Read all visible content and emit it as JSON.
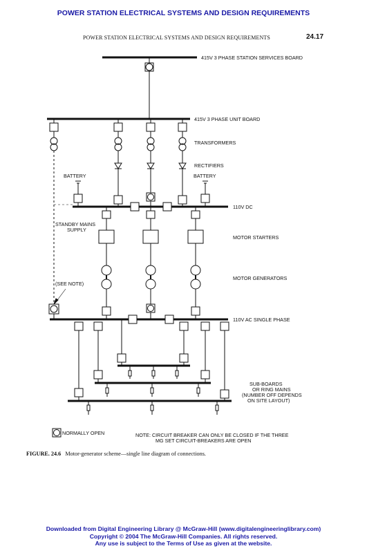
{
  "banner": "POWER STATION ELECTRICAL SYSTEMS AND DESIGN REQUIREMENTS",
  "running_head": "POWER STATION ELECTRICAL SYSTEMS AND DESIGN REQUIREMENTS",
  "page_number": "24.17",
  "diagram": {
    "labels": {
      "station_board": "415V 3 PHASE STATION SERVICES BOARD",
      "unit_board": "415V 3 PHASE UNIT BOARD",
      "transformers": "TRANSFORMERS",
      "rectifiers": "RECTIFIERS",
      "battery_left": "BATTERY",
      "battery_right": "BATTERY",
      "dc_bus": "110V DC",
      "standby_1": "STANDBY MAINS",
      "standby_2": "SUPPLY",
      "motor_starters": "MOTOR STARTERS",
      "motor_generators": "MOTOR GENERATORS",
      "see_note": "(SEE NOTE)",
      "ac_bus": "110V AC SINGLE PHASE",
      "subboards_1": "SUB-BOARDS",
      "subboards_2": "OR RING MAINS",
      "subboards_3": "(NUMBER OFF DEPENDS",
      "subboards_4": "ON SITE LAYOUT)",
      "legend": "NORMALLY OPEN",
      "note_1": "NOTE: CIRCUIT BREAKER CAN ONLY BE CLOSED IF THE THREE",
      "note_2": "MG SET CIRCUIT-BREAKERS ARE OPEN"
    }
  },
  "caption": {
    "figure": "FIGURE. 24.6",
    "text": "Motor-generator scheme—single line diagram of connections."
  },
  "footer": {
    "line1": "Downloaded from Digital Engineering Library @ McGraw-Hill (www.digitalengineeringlibrary.com)",
    "line2": "Copyright © 2004 The McGraw-Hill Companies. All rights reserved.",
    "line3": "Any use is subject to the Terms of Use as given at the website."
  }
}
